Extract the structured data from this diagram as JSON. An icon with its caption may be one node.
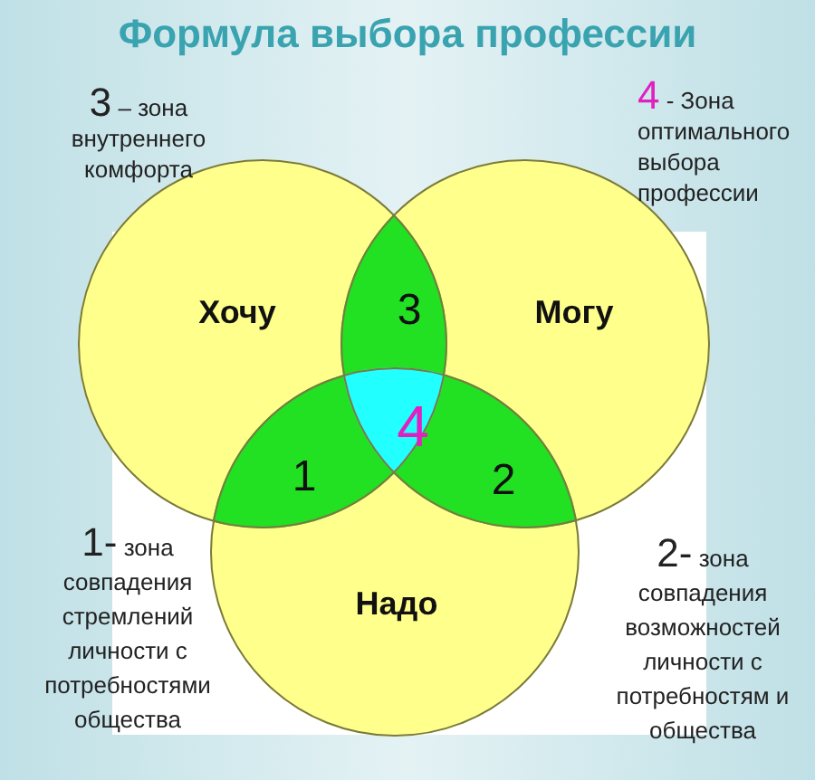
{
  "diagram": {
    "title": "Формула выбора профессии",
    "nodes": [
      {
        "text": [
          "Хочу"
        ]
      },
      {
        "text": [
          "Могу"
        ]
      },
      {
        "text": [
          "Надо"
        ]
      }
    ],
    "edges": [],
    "labels": [
      "3 – зона внутреннего комфорта",
      "4 - Зона оптимального выбора профессии",
      "3",
      "4",
      "1",
      "2",
      "1- зона совпадения стремлений личности с потребностями общества",
      "2- зона совпадения возможностей личности с потребностям и общества"
    ]
  }
}
